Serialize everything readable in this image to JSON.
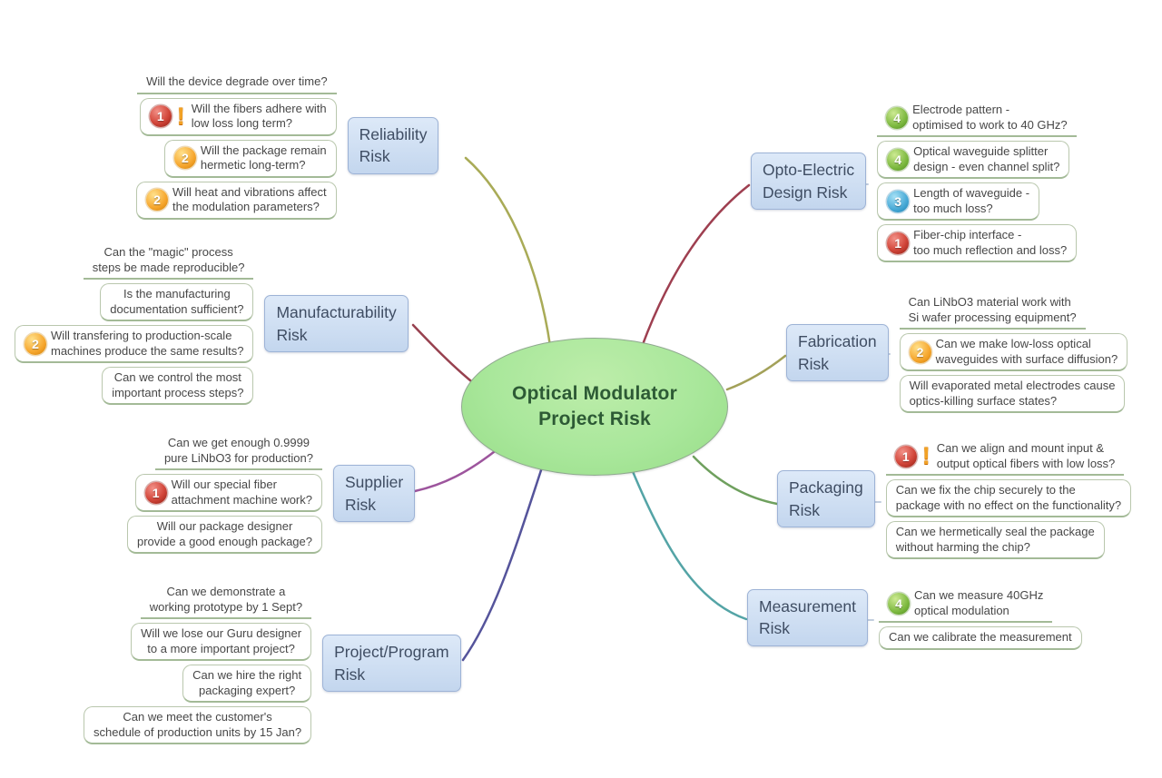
{
  "title": "Optical Modulator\nProject Risk",
  "colors": {
    "center_fill": "#a9e79b",
    "center_text": "#2d5a35",
    "topic_fill": "#c7d7ef",
    "topic_border": "#9db3d6",
    "topic_text": "#3f4d63",
    "leaf_text": "#474747",
    "leaf_line": "#a3ba97",
    "connector": "#c2cede"
  },
  "icons": {
    "priority-1": {
      "glyph": "1",
      "label": "priority 1"
    },
    "priority-2": {
      "glyph": "2",
      "label": "priority 2"
    },
    "priority-3": {
      "glyph": "3",
      "label": "priority 3"
    },
    "priority-4": {
      "glyph": "4",
      "label": "priority 4"
    },
    "exclamation": {
      "glyph": "!",
      "label": "attention flag"
    }
  },
  "branches": [
    {
      "id": "reliability",
      "label": "Reliability\nRisk",
      "side": "left",
      "line_color": "#a9ab57",
      "leaves": [
        {
          "icons": [],
          "text": "Will the device degrade over time?"
        },
        {
          "icons": [
            "priority-1",
            "exclamation"
          ],
          "text": "Will the fibers adhere with\nlow loss long term?"
        },
        {
          "icons": [
            "priority-2"
          ],
          "text": "Will the package remain\nhermetic long-term?"
        },
        {
          "icons": [
            "priority-2"
          ],
          "text": "Will heat and vibrations affect\nthe modulation parameters?"
        }
      ]
    },
    {
      "id": "manufacturability",
      "label": "Manufacturability\nRisk",
      "side": "left",
      "line_color": "#97414f",
      "leaves": [
        {
          "icons": [],
          "text": "Can the \"magic\" process\nsteps be made reproducible?"
        },
        {
          "icons": [],
          "text": "Is the manufacturing\ndocumentation sufficient?"
        },
        {
          "icons": [
            "priority-2"
          ],
          "text": "Will transfering to production-scale\nmachines produce the same results?"
        },
        {
          "icons": [],
          "text": "Can we control the most\nimportant process steps?"
        }
      ]
    },
    {
      "id": "supplier",
      "label": "Supplier\nRisk",
      "side": "left",
      "line_color": "#9d559d",
      "leaves": [
        {
          "icons": [],
          "text": "Can we get enough 0.9999\npure LiNbO3 for production?"
        },
        {
          "icons": [
            "priority-1"
          ],
          "text": "Will our special fiber\nattachment machine work?"
        },
        {
          "icons": [],
          "text": "Will our package designer\nprovide a good enough package?"
        }
      ]
    },
    {
      "id": "project_program",
      "label": "Project/Program\nRisk",
      "side": "left",
      "line_color": "#55549b",
      "leaves": [
        {
          "icons": [],
          "text": "Can we demonstrate a\nworking prototype by 1 Sept?"
        },
        {
          "icons": [],
          "text": "Will we lose our Guru designer\nto a more important project?"
        },
        {
          "icons": [],
          "text": "Can we hire the right\npackaging expert?"
        },
        {
          "icons": [],
          "text": "Can we meet the customer's\nschedule of production units by 15 Jan?"
        }
      ]
    },
    {
      "id": "opto_electric",
      "label": "Opto-Electric\nDesign Risk",
      "side": "right",
      "line_color": "#9e3f50",
      "leaves": [
        {
          "icons": [
            "priority-4"
          ],
          "text": "Electrode pattern -\noptimised to work to 40 GHz?"
        },
        {
          "icons": [
            "priority-4"
          ],
          "text": "Optical waveguide splitter\ndesign - even channel split?"
        },
        {
          "icons": [
            "priority-3"
          ],
          "text": "Length of waveguide -\ntoo much loss?"
        },
        {
          "icons": [
            "priority-1"
          ],
          "text": "Fiber-chip interface -\ntoo much reflection and loss?"
        }
      ]
    },
    {
      "id": "fabrication",
      "label": "Fabrication\nRisk",
      "side": "right",
      "line_color": "#a3a159",
      "leaves": [
        {
          "icons": [],
          "text": "Can LiNbO3 material work with\nSi wafer processing equipment?"
        },
        {
          "icons": [
            "priority-2"
          ],
          "text": "Can we make low-loss optical\nwaveguides with surface diffusion?"
        },
        {
          "icons": [],
          "text": "Will evaporated metal electrodes cause\noptics-killing surface states?"
        }
      ]
    },
    {
      "id": "packaging",
      "label": "Packaging\nRisk",
      "side": "right",
      "line_color": "#6fa05e",
      "leaves": [
        {
          "icons": [
            "priority-1",
            "exclamation"
          ],
          "text": "Can we align and mount input &\noutput optical fibers with low loss?"
        },
        {
          "icons": [],
          "text": "Can we fix the chip securely to the\npackage with no effect on the functionality?"
        },
        {
          "icons": [],
          "text": "Can we hermetically seal the package\nwithout harming the chip?"
        }
      ]
    },
    {
      "id": "measurement",
      "label": "Measurement\nRisk",
      "side": "right",
      "line_color": "#54a4a6",
      "leaves": [
        {
          "icons": [
            "priority-4"
          ],
          "text": "Can we measure 40GHz\noptical modulation"
        },
        {
          "icons": [],
          "text": "Can we calibrate the measurement"
        }
      ]
    }
  ]
}
